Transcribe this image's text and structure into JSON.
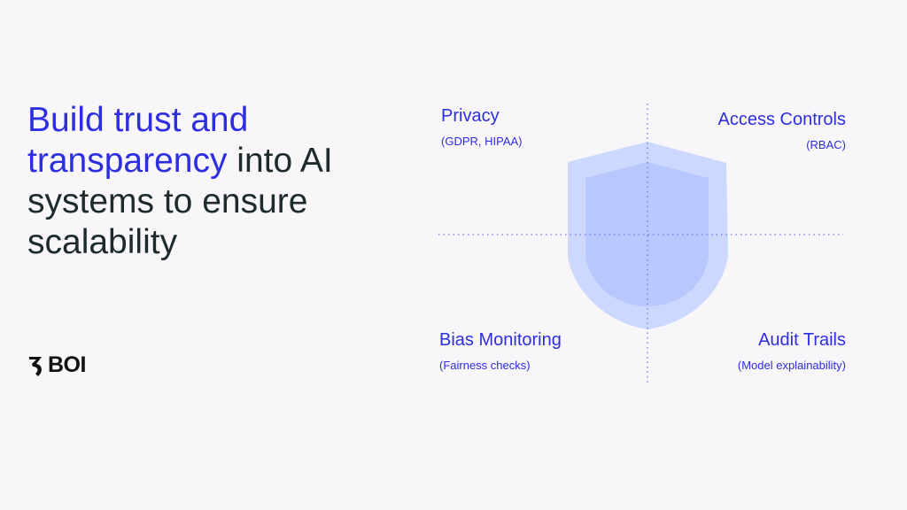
{
  "headline": {
    "accent": "Build trust and transparency",
    "rest": " into AI systems to ensure scalability"
  },
  "logo": {
    "text": "BOI"
  },
  "quadrants": [
    {
      "title": "Privacy",
      "subtitle": "(GDPR, HIPAA)"
    },
    {
      "title": "Access Controls",
      "subtitle": "(RBAC)"
    },
    {
      "title": "Bias Monitoring",
      "subtitle": "(Fairness checks)"
    },
    {
      "title": "Audit Trails",
      "subtitle": "(Model explainability)"
    }
  ],
  "colors": {
    "accent": "#2d2ee0",
    "text": "#1e2b2b",
    "shield_outer": "#cdd8ff",
    "shield_inner": "#b8c8ff",
    "background": "#f8f6f8"
  }
}
